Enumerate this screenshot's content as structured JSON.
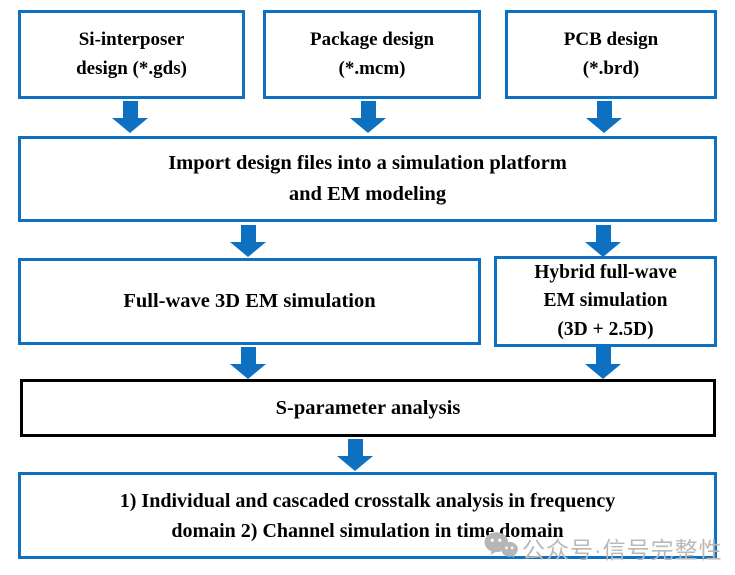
{
  "diagram": {
    "nodes": {
      "si_interposer": "Si-interposer\ndesign (*.gds)",
      "package": "Package design\n(*.mcm)",
      "pcb": "PCB design\n(*.brd)",
      "import": "Import design files into a simulation platform\nand EM modeling",
      "fullwave": "Full-wave 3D EM simulation",
      "hybrid": "Hybrid full-wave\nEM simulation\n(3D + 2.5D)",
      "sparameter": "S-parameter analysis",
      "analysis": "1) Individual and cascaded crosstalk analysis in frequency\ndomain 2) Channel simulation in time domain"
    },
    "colors": {
      "box_border_blue": "#0e70c0",
      "arrow_blue": "#0e70c0",
      "sparameter_border": "#000000",
      "text": "#000000",
      "background": "#ffffff"
    }
  },
  "watermark": {
    "icon": "wechat-icon",
    "text": "公众号·信号完整性",
    "color": "#b9b9b9"
  }
}
